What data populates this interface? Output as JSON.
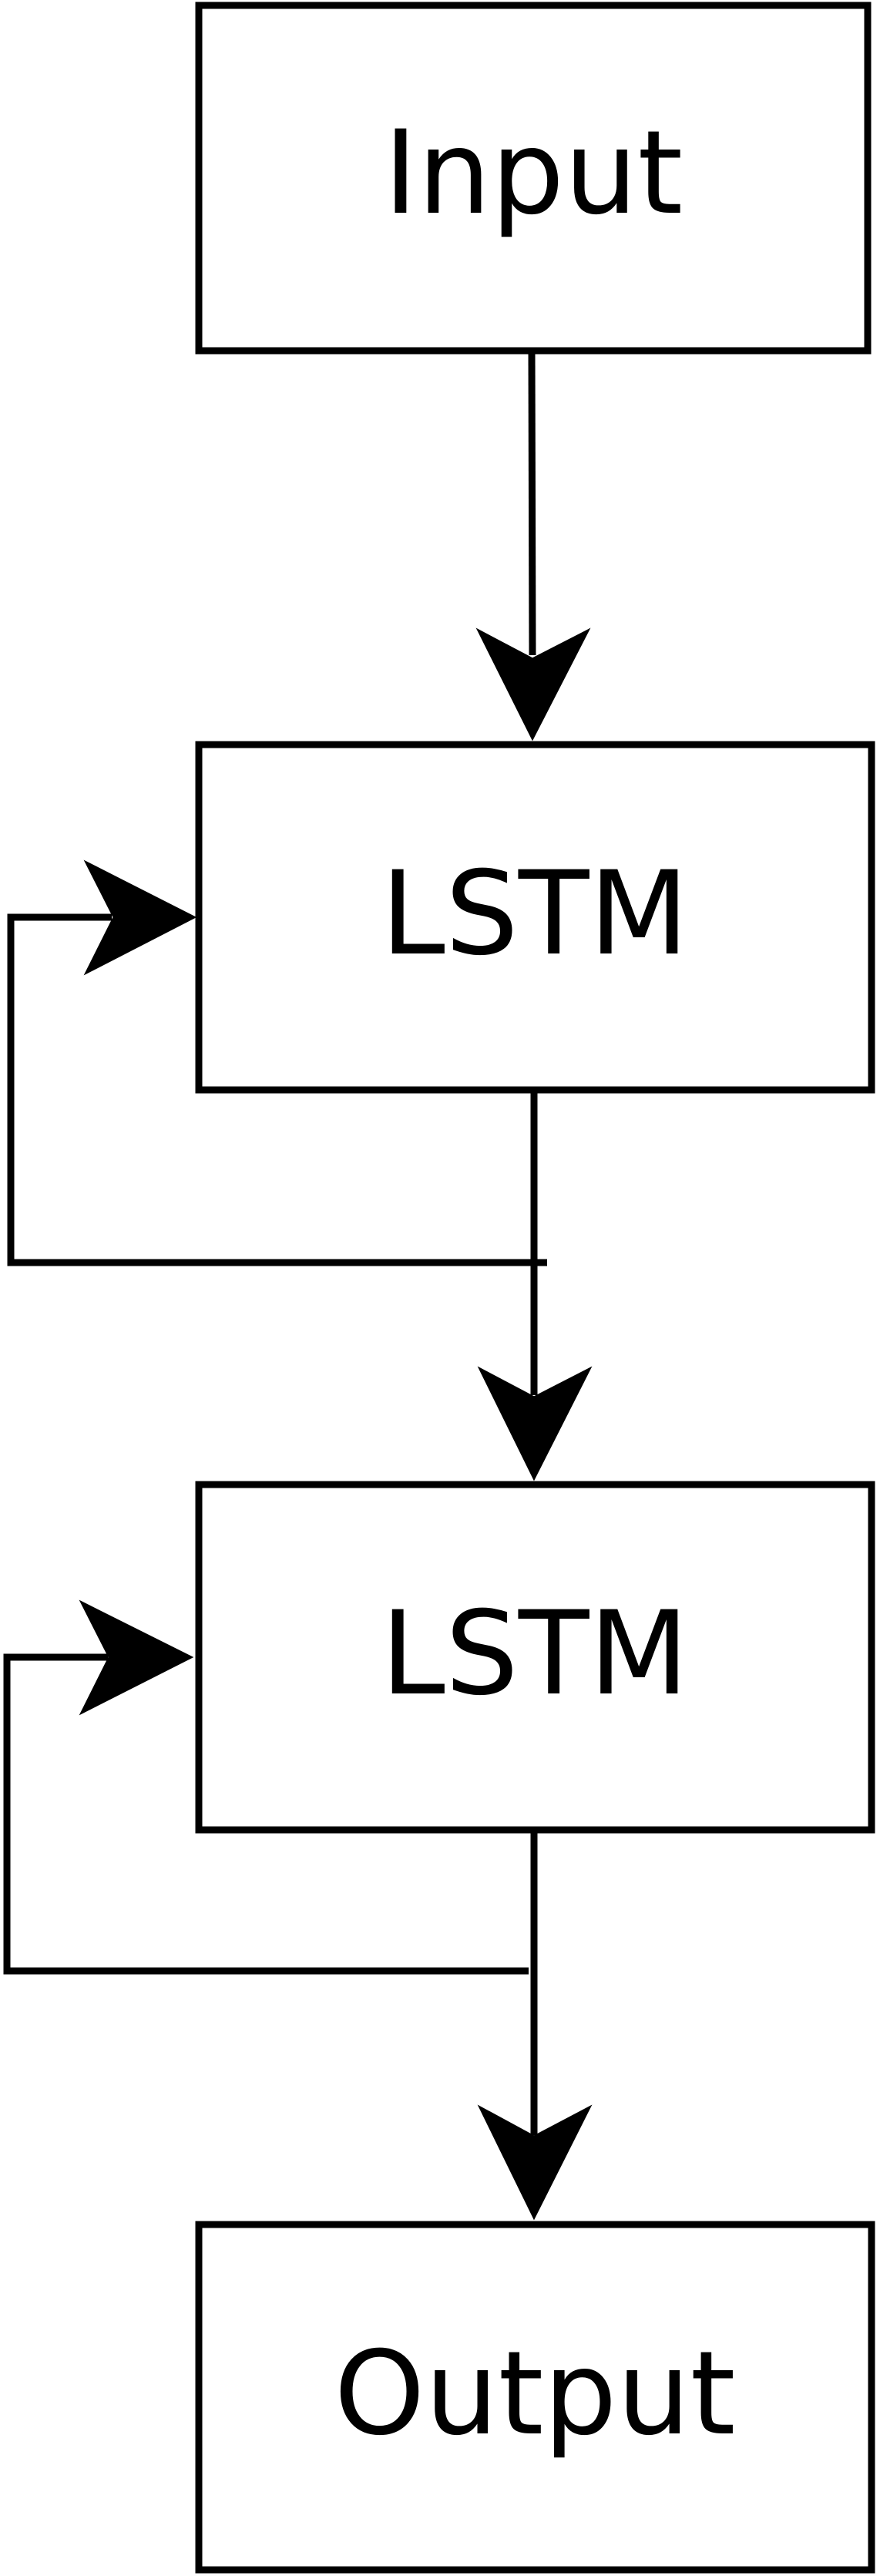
{
  "nodes": {
    "input": {
      "label": "Input"
    },
    "lstm_1": {
      "label": "LSTM"
    },
    "lstm_2": {
      "label": "LSTM"
    },
    "output": {
      "label": "Output"
    }
  },
  "edges": [
    {
      "from": "input",
      "to": "lstm_1",
      "kind": "forward"
    },
    {
      "from": "lstm_1",
      "to": "lstm_1",
      "kind": "recurrent"
    },
    {
      "from": "lstm_1",
      "to": "lstm_2",
      "kind": "forward"
    },
    {
      "from": "lstm_2",
      "to": "lstm_2",
      "kind": "recurrent"
    },
    {
      "from": "lstm_2",
      "to": "output",
      "kind": "forward"
    }
  ],
  "colors": {
    "stroke": "#000000",
    "background": "#ffffff"
  }
}
